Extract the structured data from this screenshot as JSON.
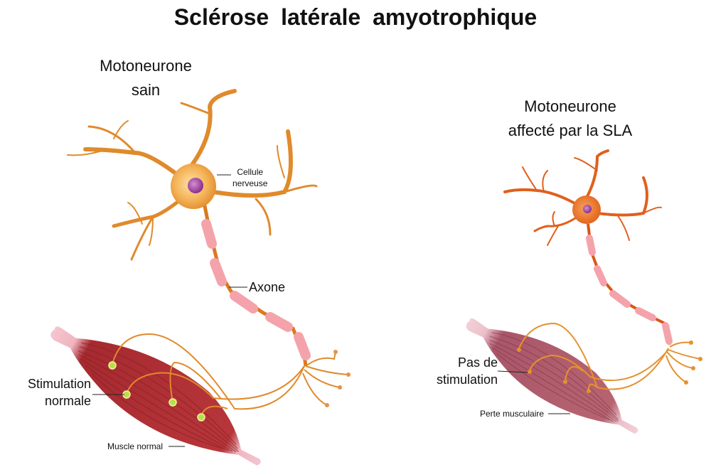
{
  "title": "Sclérose latérale amyotrophique",
  "healthy": {
    "heading_line1": "Motoneurone",
    "heading_line2": "sain",
    "cell_label_line1": "Cellule",
    "cell_label_line2": "nerveuse",
    "axon_label": "Axone",
    "stimulation_line1": "Stimulation",
    "stimulation_line2": "normale",
    "muscle_label": "Muscle normal"
  },
  "affected": {
    "heading_line1": "Motoneurone",
    "heading_line2": "affecté par la SLA",
    "stimulation_line1": "Pas de",
    "stimulation_line2": "stimulation",
    "muscle_label": "Perte musculaire"
  },
  "colors": {
    "healthy_neuron": "#e08a2c",
    "affected_neuron": "#e0601c",
    "myelin": "#f4a3ab",
    "nucleus": "#9b3d9b",
    "healthy_muscle": "#b8363a",
    "affected_muscle": "#b66470",
    "synapse": "#b7e04a"
  }
}
